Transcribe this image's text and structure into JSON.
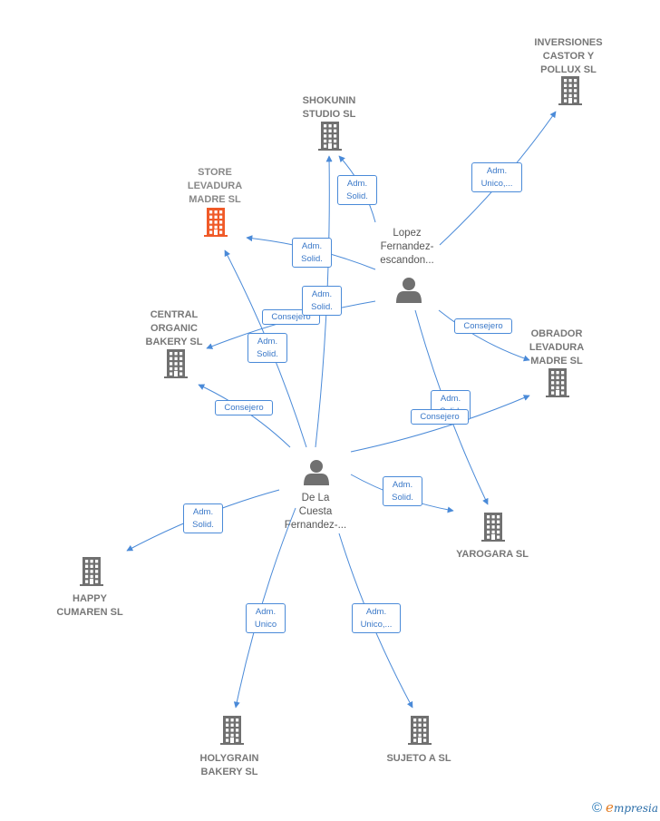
{
  "companies": [
    {
      "id": "inversiones",
      "lines": [
        "INVERSIONES",
        "CASTOR Y",
        "POLLUX  SL"
      ],
      "highlight": false
    },
    {
      "id": "shokunin",
      "lines": [
        "SHOKUNIN",
        "STUDIO  SL"
      ],
      "highlight": false
    },
    {
      "id": "store",
      "lines": [
        "STORE",
        "LEVADURA",
        "MADRE  SL"
      ],
      "highlight": true
    },
    {
      "id": "central",
      "lines": [
        "CENTRAL",
        "ORGANIC",
        "BAKERY  SL"
      ],
      "highlight": false
    },
    {
      "id": "obrador",
      "lines": [
        "OBRADOR",
        "LEVADURA",
        "MADRE  SL"
      ],
      "highlight": false
    },
    {
      "id": "yarogara",
      "lines": [
        "YAROGARA  SL"
      ],
      "highlight": false
    },
    {
      "id": "happy",
      "lines": [
        "HAPPY",
        "CUMAREN  SL"
      ],
      "highlight": false
    },
    {
      "id": "holygrain",
      "lines": [
        "HOLYGRAIN",
        "BAKERY  SL"
      ],
      "highlight": false
    },
    {
      "id": "sujeto",
      "lines": [
        "SUJETO A  SL"
      ],
      "highlight": false
    }
  ],
  "persons": [
    {
      "id": "lopez",
      "lines": [
        "Lopez",
        "Fernandez-",
        "escandon..."
      ]
    },
    {
      "id": "delacuesta",
      "lines": [
        "De La",
        "Cuesta",
        "Fernandez-..."
      ]
    }
  ],
  "relations": [
    {
      "id": "lopez-inversiones",
      "lines": [
        "Adm.",
        "Unico,..."
      ]
    },
    {
      "id": "lopez-shokunin",
      "lines": [
        "Adm.",
        "Solid."
      ]
    },
    {
      "id": "lopez-store",
      "lines": [
        "Adm.",
        "Solid."
      ]
    },
    {
      "id": "lopez-central",
      "lines": [
        "Consejero"
      ]
    },
    {
      "id": "lopez-obrador",
      "lines": [
        "Consejero"
      ]
    },
    {
      "id": "lopez-yarogara",
      "lines": [
        "Adm.",
        "Solid."
      ]
    },
    {
      "id": "dlc-shokunin",
      "lines": [
        "Adm.",
        "Solid."
      ]
    },
    {
      "id": "dlc-store",
      "lines": [
        "Adm.",
        "Solid."
      ]
    },
    {
      "id": "dlc-central",
      "lines": [
        "Consejero"
      ]
    },
    {
      "id": "dlc-obrador",
      "lines": [
        "Consejero"
      ]
    },
    {
      "id": "dlc-yarogara",
      "lines": [
        "Adm.",
        "Solid."
      ]
    },
    {
      "id": "dlc-happy",
      "lines": [
        "Adm.",
        "Solid."
      ]
    },
    {
      "id": "dlc-holygrain",
      "lines": [
        "Adm.",
        "Unico"
      ]
    },
    {
      "id": "dlc-sujeto",
      "lines": [
        "Adm.",
        "Unico,..."
      ]
    }
  ],
  "colors": {
    "edge": "#4a8ad8",
    "building": "#707070",
    "building_highlight": "#f05a28",
    "person": "#707070"
  },
  "footer": {
    "copyright": "©",
    "brand_first": "e",
    "brand_rest": "mpresia"
  }
}
